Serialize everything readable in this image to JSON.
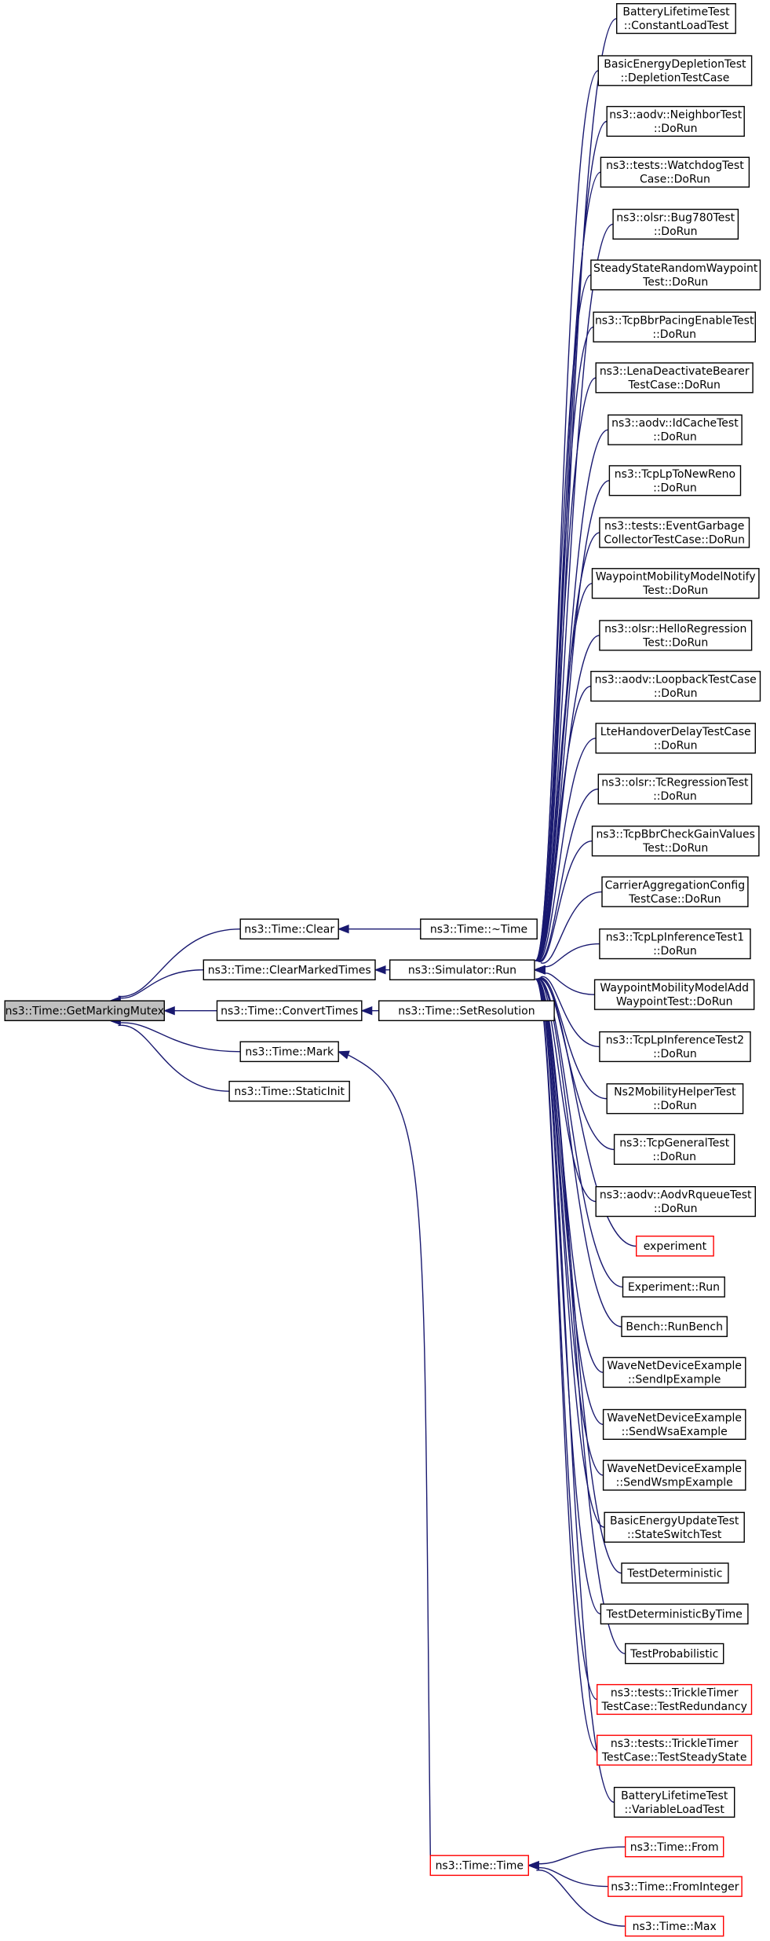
{
  "colors": {
    "edge": "#191970",
    "border": "#000000",
    "border_truncated": "#ff0000",
    "root_fill": "#bfbfbf"
  },
  "nodes": [
    {
      "id": "root",
      "lines": [
        "ns3::Time::GetMarkingMutex"
      ],
      "root": true
    },
    {
      "id": "clear",
      "lines": [
        "ns3::Time::Clear"
      ]
    },
    {
      "id": "clearmarked",
      "lines": [
        "ns3::Time::ClearMarkedTimes"
      ]
    },
    {
      "id": "convert",
      "lines": [
        "ns3::Time::ConvertTimes"
      ]
    },
    {
      "id": "mark",
      "lines": [
        "ns3::Time::Mark"
      ]
    },
    {
      "id": "staticinit",
      "lines": [
        "ns3::Time::StaticInit"
      ]
    },
    {
      "id": "dtor",
      "lines": [
        "ns3::Time::~Time"
      ]
    },
    {
      "id": "simrun",
      "lines": [
        "ns3::Simulator::Run"
      ]
    },
    {
      "id": "setres",
      "lines": [
        "ns3::Time::SetResolution"
      ]
    },
    {
      "id": "timector",
      "lines": [
        "ns3::Time::Time"
      ],
      "red": true
    },
    {
      "id": "r0",
      "lines": [
        "BatteryLifetimeTest",
        "::ConstantLoadTest"
      ]
    },
    {
      "id": "r1",
      "lines": [
        "BasicEnergyDepletionTest",
        "::DepletionTestCase"
      ]
    },
    {
      "id": "r2",
      "lines": [
        "ns3::aodv::NeighborTest",
        "::DoRun"
      ]
    },
    {
      "id": "r3",
      "lines": [
        "ns3::tests::WatchdogTest",
        "Case::DoRun"
      ]
    },
    {
      "id": "r4",
      "lines": [
        "ns3::olsr::Bug780Test",
        "::DoRun"
      ]
    },
    {
      "id": "r5",
      "lines": [
        "SteadyStateRandomWaypoint",
        "Test::DoRun"
      ]
    },
    {
      "id": "r6",
      "lines": [
        "ns3::TcpBbrPacingEnableTest",
        "::DoRun"
      ]
    },
    {
      "id": "r7",
      "lines": [
        "ns3::LenaDeactivateBearer",
        "TestCase::DoRun"
      ]
    },
    {
      "id": "r8",
      "lines": [
        "ns3::aodv::IdCacheTest",
        "::DoRun"
      ]
    },
    {
      "id": "r9",
      "lines": [
        "ns3::TcpLpToNewReno",
        "::DoRun"
      ]
    },
    {
      "id": "r10",
      "lines": [
        "ns3::tests::EventGarbage",
        "CollectorTestCase::DoRun"
      ]
    },
    {
      "id": "r11",
      "lines": [
        "WaypointMobilityModelNotify",
        "Test::DoRun"
      ]
    },
    {
      "id": "r12",
      "lines": [
        "ns3::olsr::HelloRegression",
        "Test::DoRun"
      ]
    },
    {
      "id": "r13",
      "lines": [
        "ns3::aodv::LoopbackTestCase",
        "::DoRun"
      ]
    },
    {
      "id": "r14",
      "lines": [
        "LteHandoverDelayTestCase",
        "::DoRun"
      ]
    },
    {
      "id": "r15",
      "lines": [
        "ns3::olsr::TcRegressionTest",
        "::DoRun"
      ]
    },
    {
      "id": "r16",
      "lines": [
        "ns3::TcpBbrCheckGainValues",
        "Test::DoRun"
      ]
    },
    {
      "id": "r17",
      "lines": [
        "CarrierAggregationConfig",
        "TestCase::DoRun"
      ]
    },
    {
      "id": "r18",
      "lines": [
        "ns3::TcpLpInferenceTest1",
        "::DoRun"
      ]
    },
    {
      "id": "r19",
      "lines": [
        "WaypointMobilityModelAdd",
        "WaypointTest::DoRun"
      ]
    },
    {
      "id": "r20",
      "lines": [
        "ns3::TcpLpInferenceTest2",
        "::DoRun"
      ]
    },
    {
      "id": "r21",
      "lines": [
        "Ns2MobilityHelperTest",
        "::DoRun"
      ]
    },
    {
      "id": "r22",
      "lines": [
        "ns3::TcpGeneralTest",
        "::DoRun"
      ]
    },
    {
      "id": "r23",
      "lines": [
        "ns3::aodv::AodvRqueueTest",
        "::DoRun"
      ]
    },
    {
      "id": "r24",
      "lines": [
        "experiment"
      ],
      "red": true
    },
    {
      "id": "r25",
      "lines": [
        "Experiment::Run"
      ]
    },
    {
      "id": "r26",
      "lines": [
        "Bench::RunBench"
      ]
    },
    {
      "id": "r27",
      "lines": [
        "WaveNetDeviceExample",
        "::SendIpExample"
      ]
    },
    {
      "id": "r28",
      "lines": [
        "WaveNetDeviceExample",
        "::SendWsaExample"
      ]
    },
    {
      "id": "r29",
      "lines": [
        "WaveNetDeviceExample",
        "::SendWsmpExample"
      ]
    },
    {
      "id": "r30",
      "lines": [
        "BasicEnergyUpdateTest",
        "::StateSwitchTest"
      ]
    },
    {
      "id": "r31",
      "lines": [
        "TestDeterministic"
      ]
    },
    {
      "id": "r32",
      "lines": [
        "TestDeterministicByTime"
      ]
    },
    {
      "id": "r33",
      "lines": [
        "TestProbabilistic"
      ]
    },
    {
      "id": "r34",
      "lines": [
        "ns3::tests::TrickleTimer",
        "TestCase::TestRedundancy"
      ],
      "red": true
    },
    {
      "id": "r35",
      "lines": [
        "ns3::tests::TrickleTimer",
        "TestCase::TestSteadyState"
      ],
      "red": true
    },
    {
      "id": "r36",
      "lines": [
        "BatteryLifetimeTest",
        "::VariableLoadTest"
      ]
    },
    {
      "id": "from",
      "lines": [
        "ns3::Time::From"
      ],
      "red": true
    },
    {
      "id": "fromint",
      "lines": [
        "ns3::Time::FromInteger"
      ],
      "red": true
    },
    {
      "id": "max",
      "lines": [
        "ns3::Time::Max"
      ],
      "red": true
    }
  ],
  "edges": [
    [
      "clear",
      "root"
    ],
    [
      "clearmarked",
      "root"
    ],
    [
      "convert",
      "root"
    ],
    [
      "mark",
      "root"
    ],
    [
      "staticinit",
      "root"
    ],
    [
      "dtor",
      "clear"
    ],
    [
      "simrun",
      "clearmarked"
    ],
    [
      "setres",
      "convert"
    ],
    [
      "timector",
      "mark"
    ],
    [
      "r0",
      "simrun"
    ],
    [
      "r1",
      "simrun"
    ],
    [
      "r2",
      "simrun"
    ],
    [
      "r3",
      "simrun"
    ],
    [
      "r4",
      "simrun"
    ],
    [
      "r5",
      "simrun"
    ],
    [
      "r6",
      "simrun"
    ],
    [
      "r7",
      "simrun"
    ],
    [
      "r8",
      "simrun"
    ],
    [
      "r9",
      "simrun"
    ],
    [
      "r10",
      "simrun"
    ],
    [
      "r11",
      "simrun"
    ],
    [
      "r12",
      "simrun"
    ],
    [
      "r13",
      "simrun"
    ],
    [
      "r14",
      "simrun"
    ],
    [
      "r15",
      "simrun"
    ],
    [
      "r16",
      "simrun"
    ],
    [
      "r17",
      "simrun"
    ],
    [
      "r18",
      "simrun"
    ],
    [
      "r19",
      "simrun"
    ],
    [
      "r20",
      "simrun"
    ],
    [
      "r21",
      "simrun"
    ],
    [
      "r22",
      "simrun"
    ],
    [
      "r23",
      "simrun"
    ],
    [
      "r24",
      "simrun"
    ],
    [
      "r25",
      "simrun"
    ],
    [
      "r26",
      "simrun"
    ],
    [
      "r27",
      "simrun"
    ],
    [
      "r28",
      "simrun"
    ],
    [
      "r29",
      "simrun"
    ],
    [
      "r30",
      "simrun"
    ],
    [
      "r31",
      "simrun"
    ],
    [
      "r32",
      "simrun"
    ],
    [
      "r33",
      "simrun"
    ],
    [
      "r34",
      "simrun"
    ],
    [
      "r35",
      "simrun"
    ],
    [
      "r36",
      "simrun"
    ],
    [
      "from",
      "timector"
    ],
    [
      "fromint",
      "timector"
    ],
    [
      "max",
      "timector"
    ]
  ]
}
